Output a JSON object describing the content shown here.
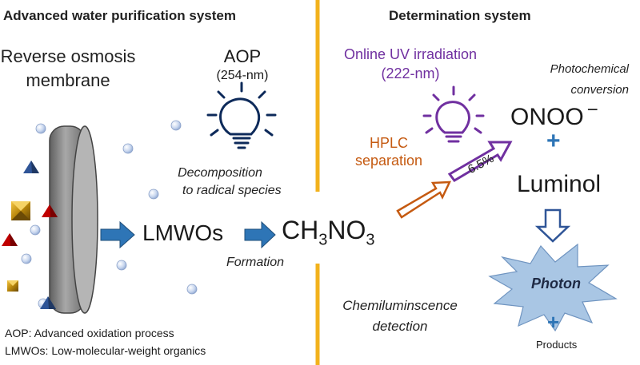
{
  "left_title": "Advanced water purification system",
  "right_title": "Determination system",
  "membrane_label_1": "Reverse osmosis",
  "membrane_label_2": "membrane",
  "aop_label": "AOP",
  "aop_wavelength": "(254-nm)",
  "decomposition_1": "Decomposition",
  "decomposition_2": "to radical species",
  "lmwos": "LMWOs",
  "product": {
    "base": "CH",
    "sub1": "3",
    "mid": "NO",
    "sub2": "3"
  },
  "formation": "Formation",
  "online_uv_1": "Online UV irradiation",
  "online_uv_2": "(222-nm)",
  "photochem_1": "Photochemical",
  "photochem_2": "conversion",
  "hplc_1": "HPLC",
  "hplc_2": "separation",
  "conversion_percent": "6.5%",
  "peroxynitrite": "ONOO",
  "charge": "−",
  "plus": "+",
  "luminol": "Luminol",
  "photon": "Photon",
  "products": "Products",
  "chemi_1": "Chemiluminscence",
  "chemi_2": "detection",
  "legend_aop": "AOP: Advanced oxidation process",
  "legend_lmwos": "LMWOs: Low-molecular-weight organics",
  "colors": {
    "divider": "#f2b21c",
    "arrow_blue": "#2e75b6",
    "bulb_blue": "#0d2a5a",
    "purple": "#7030a0",
    "orange": "#c55a11",
    "plus_blue": "#2e75b6",
    "burst": "#a9c6e4",
    "membrane": "#8a8a8a"
  }
}
